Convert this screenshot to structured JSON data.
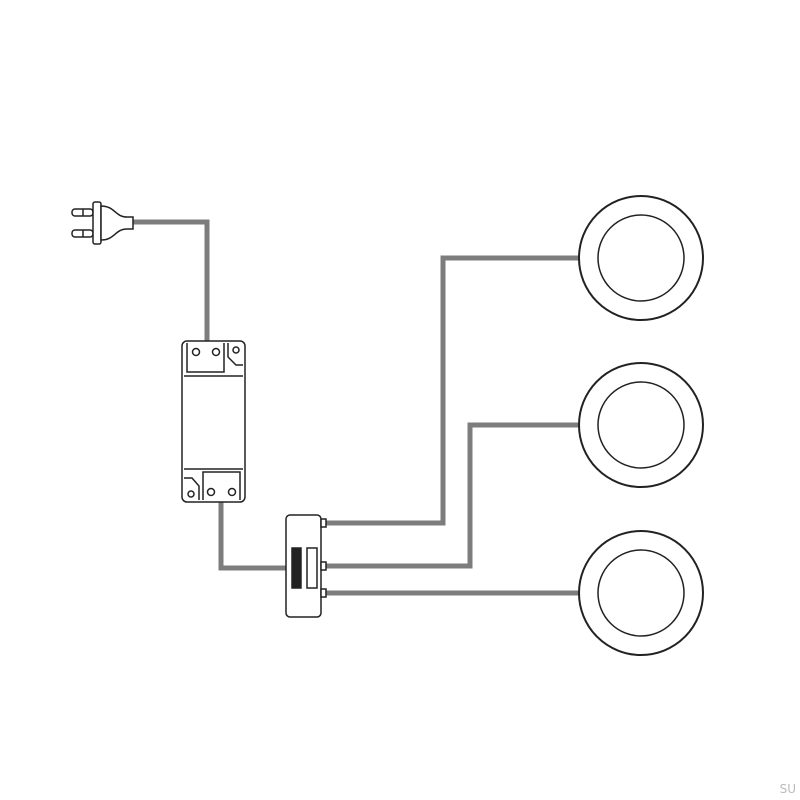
{
  "watermark": "SU",
  "components": {
    "plug": "plug-icon",
    "driver": "power-supply-driver",
    "junction_box": "distribution-box",
    "lights": [
      "puck-light-1",
      "puck-light-2",
      "puck-light-3"
    ]
  },
  "colors": {
    "wire": "#7d7d7d",
    "outline": "#222222",
    "background": "#ffffff"
  }
}
